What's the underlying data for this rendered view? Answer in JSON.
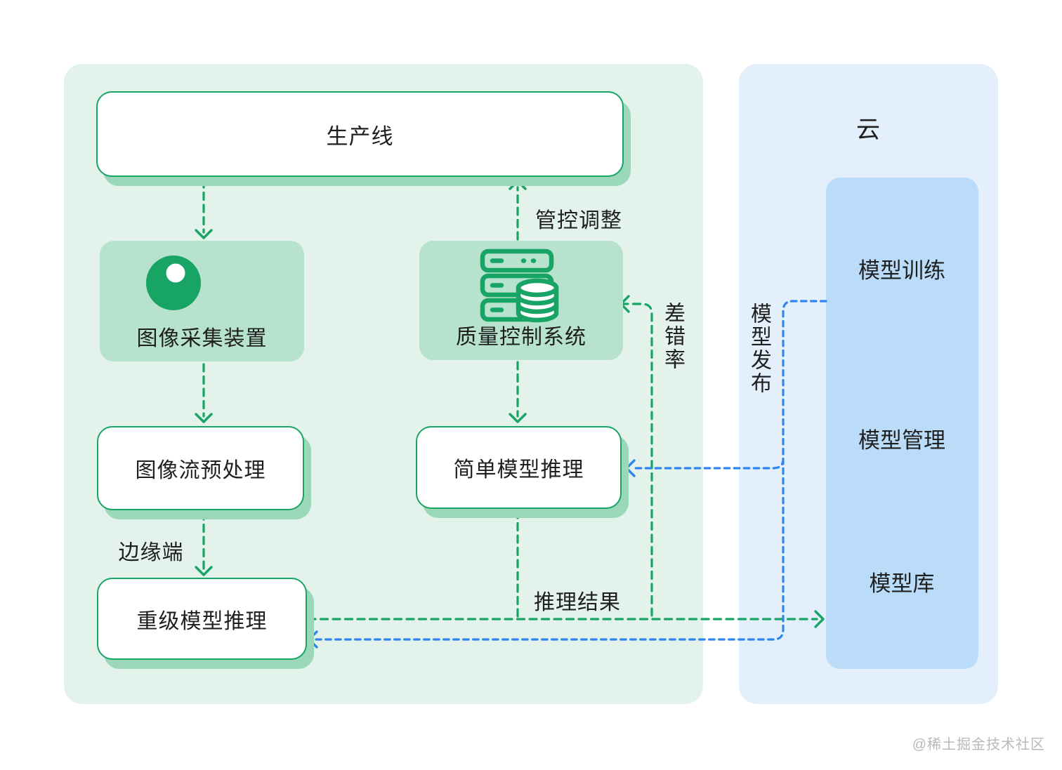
{
  "edge": {
    "production_line": "生产线",
    "capture_device": "图像采集装置",
    "qc_system": "质量控制系统",
    "preprocess": "图像流预处理",
    "simple_inference": "简单模型推理",
    "heavy_inference": "重级模型推理",
    "edge_side_label": "边缘端",
    "control_adjust_label": "管控调整",
    "error_rate_label": "差错率",
    "inference_result_label": "推理结果"
  },
  "cloud": {
    "title": "云",
    "model_training": "模型训练",
    "model_management": "模型管理",
    "model_repository": "模型库",
    "model_publish_label": "模型发布"
  },
  "watermark": "@稀土掘金技术社区",
  "colors": {
    "green-accent": "#17a464",
    "green-panel": "#e3f2ea",
    "green-box": "#b7e2ce",
    "green-shadow": "#9bd8ba",
    "blue-accent": "#2f86f0",
    "blue-panel": "#e3f0fc",
    "blue-box": "#badcf9",
    "text": "#1f1f1f",
    "watermark": "#b9b9b9"
  }
}
